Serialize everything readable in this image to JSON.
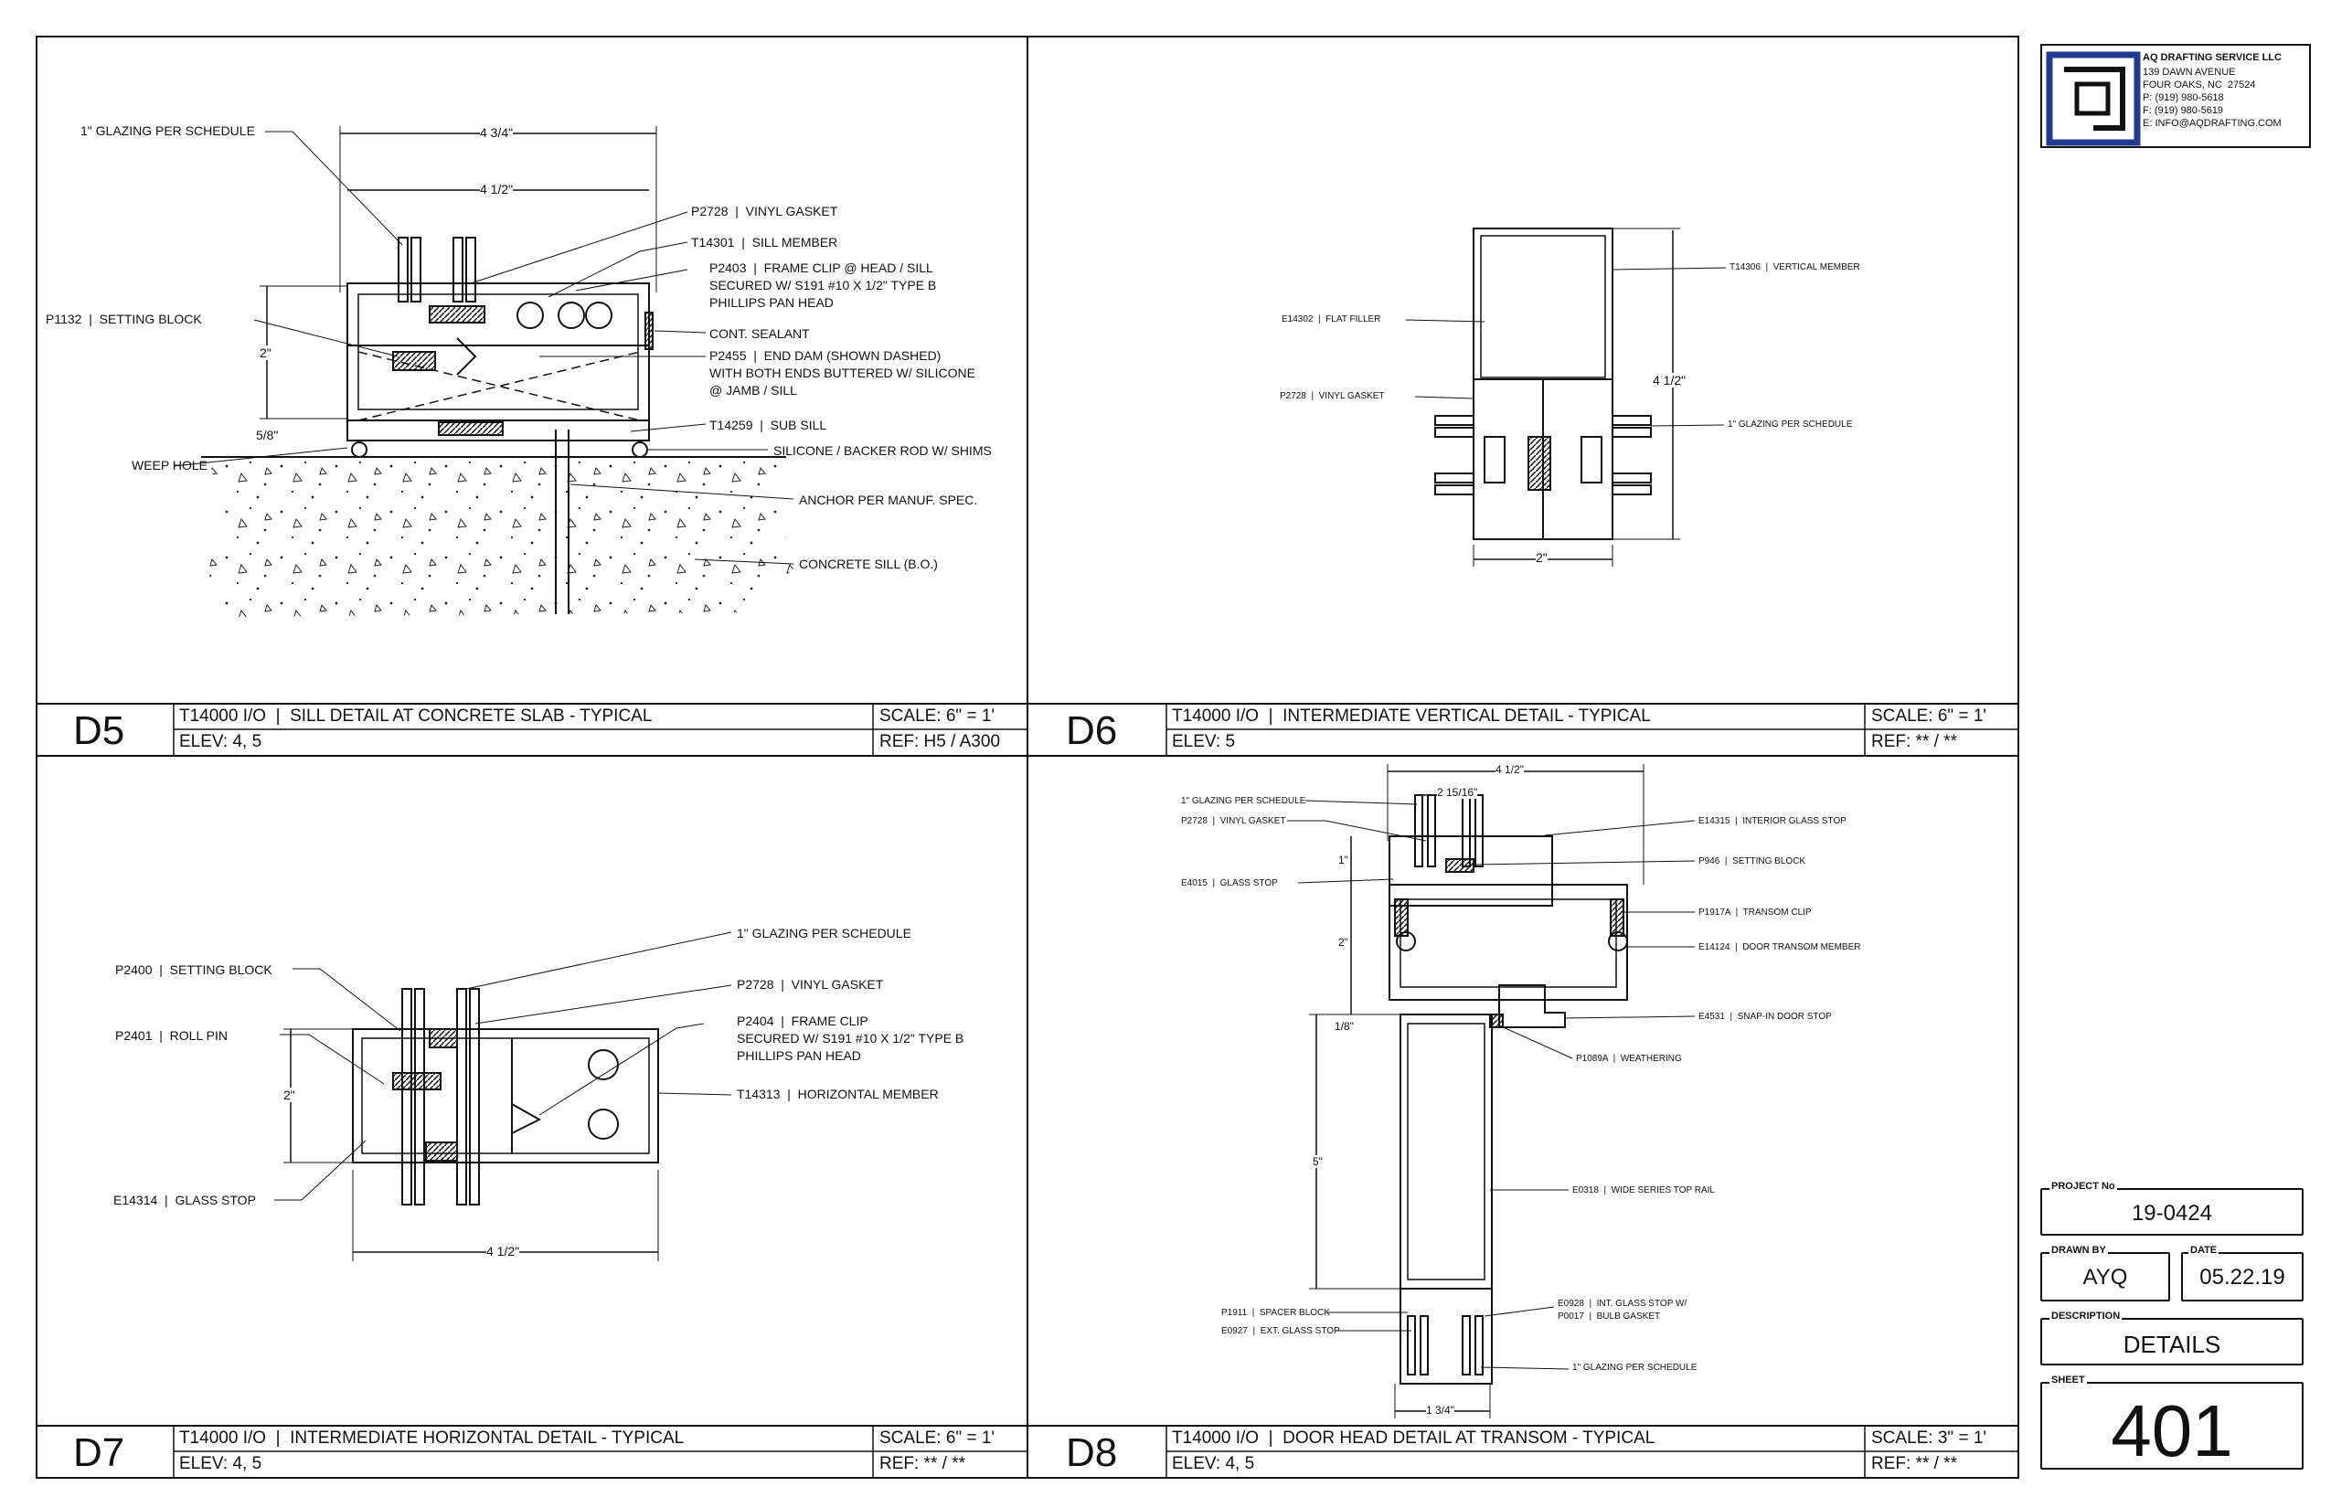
{
  "company": {
    "name": "AQ DRAFTING SERVICE LLC",
    "address1": "139 DAWN AVENUE",
    "address2": "FOUR OAKS, NC  27524",
    "phone": "P: (919) 980-5618",
    "fax": "F: (919) 980-5619",
    "email": "E: INFO@AQDRAFTING.COM",
    "logo_icon": "aq-logo-icon"
  },
  "project": {
    "label": "PROJECT No",
    "value": "19-0424"
  },
  "drawn_by": {
    "label": "DRAWN BY",
    "value": "AYQ"
  },
  "date": {
    "label": "DATE",
    "value": "05.22.19"
  },
  "description": {
    "label": "DESCRIPTION",
    "value": "DETAILS"
  },
  "sheet": {
    "label": "SHEET",
    "value": "401"
  },
  "details": {
    "d5": {
      "id": "D5",
      "title": "T14000 I/O  |  SILL DETAIL AT CONCRETE SLAB - TYPICAL",
      "elev": "ELEV: 4, 5",
      "scale": "SCALE: 6\" = 1'",
      "ref": "REF: H5 / A300",
      "labels": {
        "glazing": "1\" GLAZING PER SCHEDULE",
        "setting_block": "P1132  |  SETTING BLOCK",
        "weep_hole": "WEEP HOLE",
        "vinyl_gasket": "P2728  |  VINYL GASKET",
        "sill_member": "T14301  |  SILL MEMBER",
        "frame_clip": "P2403  |  FRAME CLIP @ HEAD / SILL\nSECURED W/ S191 #10 X 1/2\" TYPE B\nPHILLIPS PAN HEAD",
        "sealant": "CONT. SEALANT",
        "end_dam": "P2455  |  END DAM (SHOWN DASHED)\nWITH BOTH ENDS BUTTERED W/ SILICONE\n@ JAMB / SILL",
        "sub_sill": "T14259  |  SUB SILL",
        "silicone": "SILICONE / BACKER ROD W/ SHIMS",
        "anchor": "ANCHOR PER MANUF. SPEC.",
        "concrete": "CONCRETE SILL (B.O.)"
      },
      "dims": {
        "overall": "4 3/4\"",
        "inner": "4 1/2\"",
        "height": "2\"",
        "shim": "5/8\""
      }
    },
    "d6": {
      "id": "D6",
      "title": "T14000 I/O  |  INTERMEDIATE VERTICAL DETAIL - TYPICAL",
      "elev": "ELEV: 5",
      "scale": "SCALE: 6\" = 1'",
      "ref": "REF: ** / **",
      "labels": {
        "vertical_member": "T14306  |  VERTICAL MEMBER",
        "flat_filler": "E14302  |  FLAT FILLER",
        "vinyl_gasket": "P2728  |  VINYL GASKET",
        "glazing": "1\" GLAZING PER SCHEDULE"
      },
      "dims": {
        "height": "4 1/2\"",
        "width": "2\""
      }
    },
    "d7": {
      "id": "D7",
      "title": "T14000 I/O  |  INTERMEDIATE HORIZONTAL DETAIL - TYPICAL",
      "elev": "ELEV: 4, 5",
      "scale": "SCALE: 6\" = 1'",
      "ref": "REF: ** / **",
      "labels": {
        "glazing": "1\" GLAZING PER SCHEDULE",
        "setting_block": "P2400  |  SETTING BLOCK",
        "vinyl_gasket": "P2728  |  VINYL GASKET",
        "roll_pin": "P2401  |  ROLL PIN",
        "frame_clip": "P2404  |  FRAME CLIP\nSECURED W/ S191 #10 X 1/2\" TYPE B\nPHILLIPS PAN HEAD",
        "horizontal_member": "T14313  |  HORIZONTAL MEMBER",
        "glass_stop": "E14314  |  GLASS STOP"
      },
      "dims": {
        "height": "2\"",
        "width": "4 1/2\""
      }
    },
    "d8": {
      "id": "D8",
      "title": "T14000 I/O  |  DOOR HEAD DETAIL AT TRANSOM - TYPICAL",
      "elev": "ELEV: 4, 5",
      "scale": "SCALE: 3\" = 1'",
      "ref": "REF: ** / **",
      "labels": {
        "glazing_top": "1\" GLAZING PER SCHEDULE",
        "vinyl_gasket": "P2728  |  VINYL GASKET",
        "glass_stop": "E4015  |  GLASS STOP",
        "interior_glass_stop": "E14315  |  INTERIOR GLASS STOP",
        "setting_block": "P946  |  SETTING BLOCK",
        "transom_clip": "P1917A  |  TRANSOM CLIP",
        "door_transom": "E14124  |  DOOR TRANSOM MEMBER",
        "snap_in": "E4531  |  SNAP-IN DOOR STOP",
        "weathering": "P1089A  |  WEATHERING",
        "top_rail": "E0318  |  WIDE SERIES TOP RAIL",
        "spacer_block": "P1911  |  SPACER BLOCK",
        "ext_glass_stop": "E0927  |  EXT. GLASS STOP",
        "int_glass_stop": "E0928  |  INT. GLASS STOP W/\nP0017  |  BULB GASKET",
        "glazing_bottom": "1\" GLAZING PER SCHEDULE"
      },
      "dims": {
        "overall": "4 1/2\"",
        "glass": "2 15/16\"",
        "d1": "1\"",
        "d2": "2\"",
        "gap": "1/8\"",
        "d5": "5\"",
        "bottom": "1 3/4\""
      }
    }
  }
}
